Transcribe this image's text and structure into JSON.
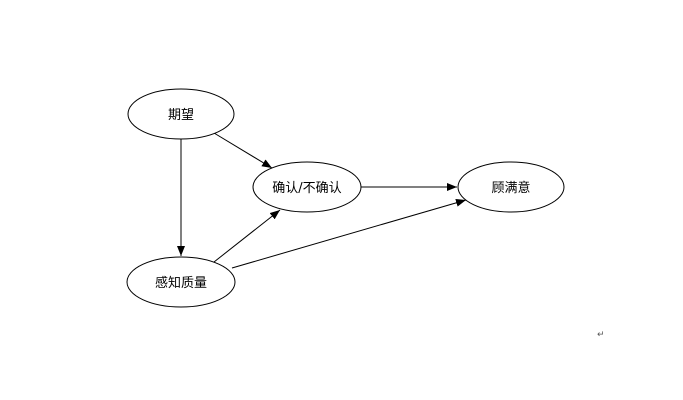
{
  "nodes": {
    "expectation": {
      "label": "期望"
    },
    "confirmation": {
      "label": "确认/不确认"
    },
    "satisfaction": {
      "label": "顾满意"
    },
    "perceived_quality": {
      "label": "感知质量"
    }
  },
  "edges": [
    {
      "from": "expectation",
      "to": "perceived_quality"
    },
    {
      "from": "expectation",
      "to": "confirmation"
    },
    {
      "from": "perceived_quality",
      "to": "confirmation"
    },
    {
      "from": "perceived_quality",
      "to": "satisfaction"
    },
    {
      "from": "confirmation",
      "to": "satisfaction"
    }
  ],
  "paragraph_mark": "↵"
}
